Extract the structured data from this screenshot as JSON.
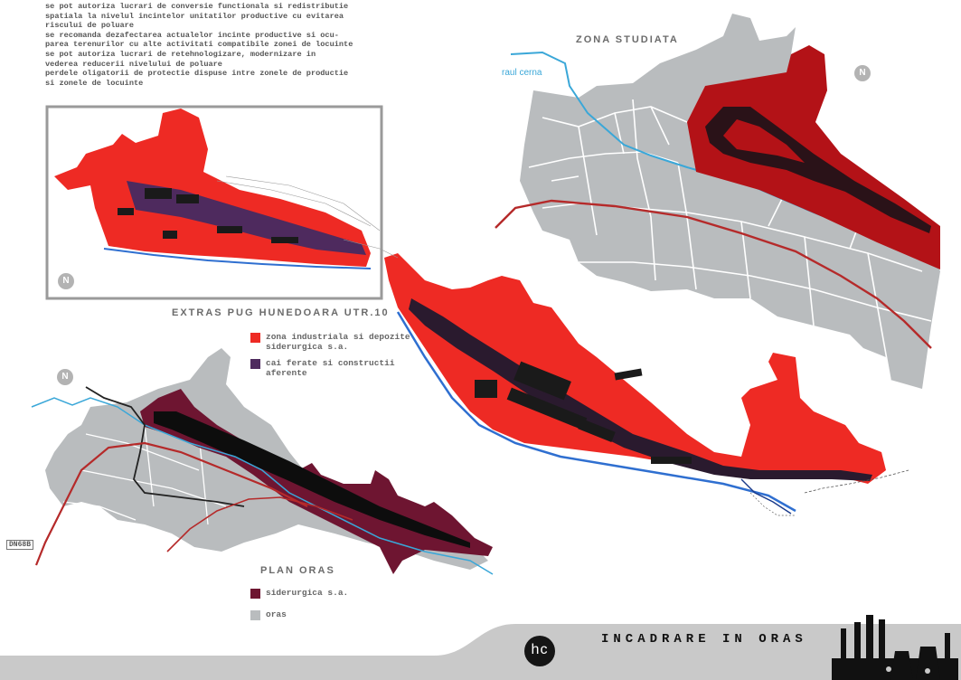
{
  "notes": [
    "se pot autoriza lucrari de conversie functionala si redistributie",
    "spatiala la nivelul incintelor unitatilor productive cu evitarea",
    "riscului de poluare",
    "se recomanda dezafectarea actualelor incinte productive si ocu-",
    "parea terenurilor cu alte activitati compatibile zonei de locuinte",
    "se pot autoriza lucrari de retehnologizare, modernizare in",
    "vederea reducerii nivelului de poluare",
    "perdele oligatorii de protectie dispuse intre zonele de productie",
    "si zonele de locuinte"
  ],
  "zona_studiata": {
    "title": "ZONA STUDIATA",
    "river_label": "raul cerna",
    "north": "N"
  },
  "extras": {
    "title": "EXTRAS PUG HUNEDOARA UTR.10",
    "north": "N",
    "legend": [
      {
        "label_1": "zona industriala si depozite",
        "label_2": "siderurgica s.a.",
        "color": "#ee2a24"
      },
      {
        "label_1": "cai ferate si constructii",
        "label_2": "aferente",
        "color": "#4e2a5e"
      }
    ]
  },
  "plan_oras": {
    "title": "PLAN ORAS",
    "north": "N",
    "road_label": "DN68B",
    "legend": [
      {
        "label": "siderurgica s.a.",
        "color": "#6e1531"
      },
      {
        "label": "oras",
        "color": "#b9bcbe"
      }
    ]
  },
  "footer": {
    "title": "INCADRARE IN ORAS",
    "logo_text": "hc"
  },
  "colors": {
    "industrial_red": "#ee2a24",
    "railway_purple": "#4e2a5e",
    "siderurgica_maroon": "#6e1531",
    "study_red": "#b31217",
    "city_grey": "#b9bcbe",
    "river_blue": "#3aa7d8",
    "road_red": "#b52a2a"
  }
}
